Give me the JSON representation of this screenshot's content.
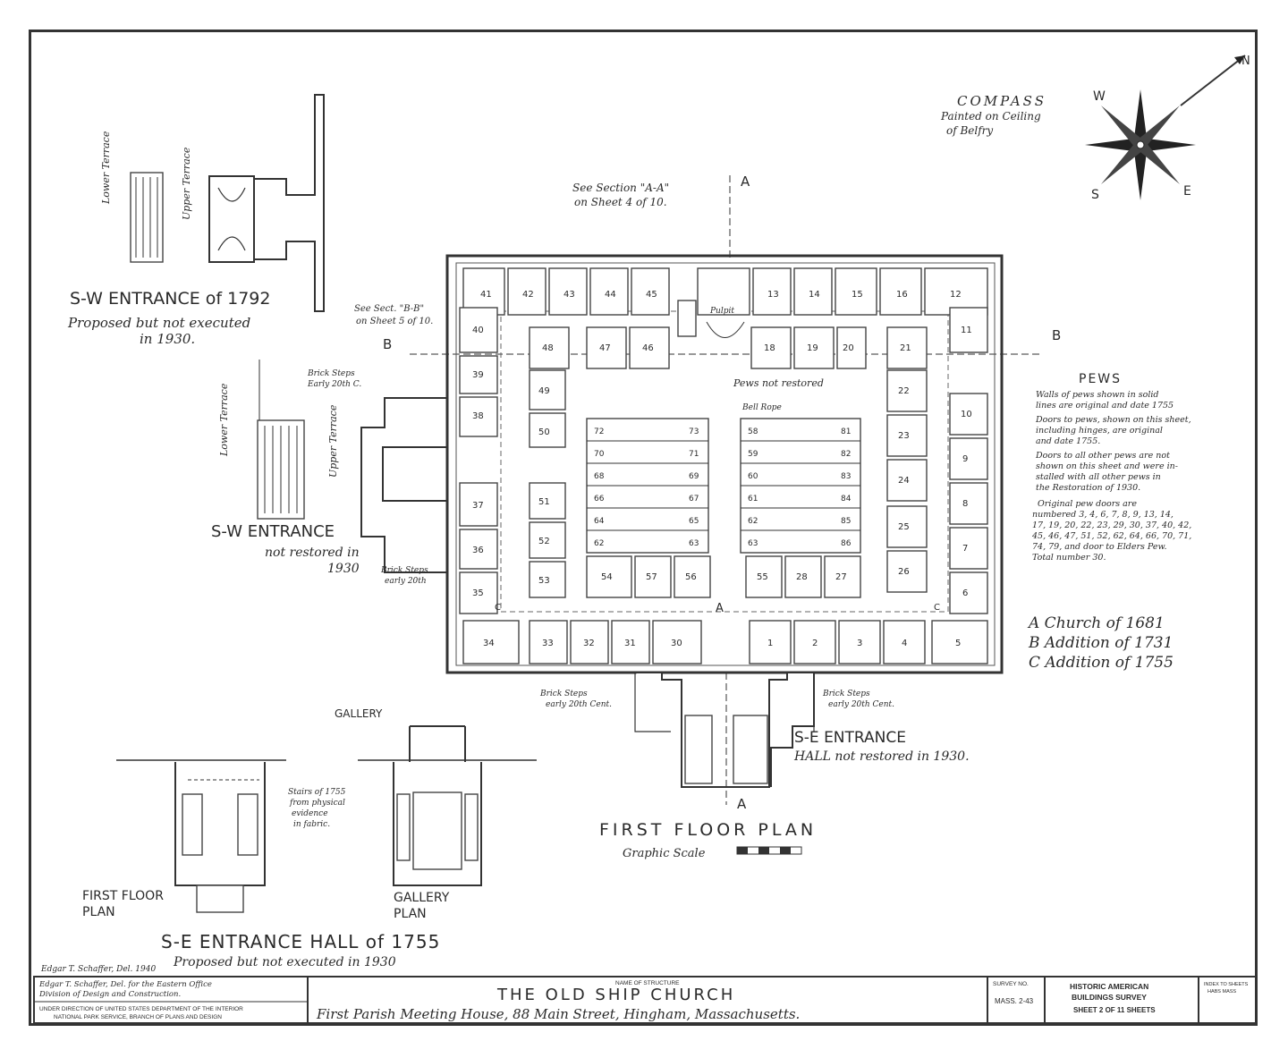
{
  "compass": {
    "title": "COMPASS",
    "sub1": "Painted on Ceiling",
    "sub2": "of Belfry",
    "dirs": [
      "W",
      "S",
      "E",
      "N"
    ]
  },
  "sw_1792": {
    "title": "S-W ENTRANCE of 1792",
    "line2": "Proposed but not executed",
    "line3": "in 1930.",
    "lower": "Lower Terrace",
    "upper": "Upper Terrace"
  },
  "sw_entrance": {
    "title": "S-W ENTRANCE",
    "line2": "not restored in",
    "line3": "1930",
    "lower": "Lower Terrace",
    "upper": "Upper Terrace",
    "brick_top": "Brick Steps",
    "brick_top2": "Early 20th C.",
    "brick_bot": "Brick Steps",
    "brick_bot2": "early 20th"
  },
  "plan": {
    "section_a": "See Section \"A-A\"",
    "section_a2": "on Sheet 4 of 10.",
    "section_b": "See Sect. \"B-B\"",
    "section_b2": "on Sheet 5 of 10.",
    "pews_not_restored": "Pews not restored",
    "bell_rope": "Bell Rope",
    "pulpit": "Pulpit",
    "letters": [
      "A",
      "B",
      "C"
    ],
    "title": "FIRST FLOOR PLAN",
    "scale": "Graphic Scale",
    "top_row": [
      "41",
      "42",
      "43",
      "44",
      "45",
      "",
      "13",
      "14",
      "15",
      "16",
      "12"
    ],
    "bottom_row": [
      "34",
      "33",
      "32",
      "31",
      "30",
      "1",
      "2",
      "3",
      "4",
      "5"
    ],
    "left_col": [
      "40",
      "39",
      "38",
      "37",
      "36",
      "35"
    ],
    "right_col": [
      "11",
      "10",
      "9",
      "8",
      "7",
      "6"
    ],
    "inner_top": [
      "48",
      "47",
      "46",
      "18",
      "19",
      "20",
      "21"
    ],
    "inner_left": [
      "49",
      "50",
      "51",
      "52",
      "53"
    ],
    "inner_right": [
      "22",
      "23",
      "24",
      "25",
      "26"
    ],
    "inner_bottom": [
      "54",
      "57",
      "56",
      "55",
      "28",
      "27"
    ],
    "bench_left": [
      "72",
      "70",
      "68",
      "66",
      "64",
      "62"
    ],
    "bench_left2": [
      "73",
      "71",
      "69",
      "67",
      "65",
      "63"
    ],
    "bench_right": [
      "58",
      "59",
      "60",
      "61",
      "62",
      "63"
    ],
    "bench_right2": [
      "81",
      "82",
      "83",
      "84",
      "85",
      "86"
    ],
    "brick_se_l": "Brick Steps",
    "brick_se_l2": "early 20th Cent.",
    "brick_se_r": "Brick Steps",
    "brick_se_r2": "early 20th Cent."
  },
  "pews_note": {
    "title": "PEWS",
    "lines": [
      "Walls of pews shown in solid",
      "lines are original and date 1755",
      "Doors to pews, shown on this sheet,",
      "including hinges, are original",
      "and date 1755.",
      "Doors to all other pews are not",
      "shown on this sheet and were in-",
      "stalled with all other pews in",
      "the Restoration of 1930.",
      "Original pew doors are",
      "numbered 3, 4, 6, 7, 8, 9, 13, 14,",
      "17, 19, 20, 22, 23, 29, 30, 37, 40, 42,",
      "45, 46, 47, 51, 52, 62, 64, 66, 70, 71,",
      "74, 79, and door to Elders Pew.",
      "Total number 30."
    ]
  },
  "legend": [
    "A  Church of 1681",
    "B  Addition of 1731",
    "C  Addition of 1755"
  ],
  "se_hall": {
    "title": "S-E ENTRANCE",
    "line2": "HALL not restored in 1930."
  },
  "se_1755": {
    "gallery": "GALLERY",
    "first_floor": "FIRST FLOOR",
    "plan": "PLAN",
    "gallery_plan": "GALLERY",
    "gallery_plan2": "PLAN",
    "note1": "Stairs of 1755",
    "note2": "from physical",
    "note3": "evidence",
    "note4": "in fabric.",
    "title": "S-E ENTRANCE HALL of 1755",
    "line2": "Proposed but not executed in 1930"
  },
  "title_block": {
    "credit": "Edgar T. Schaffer, Del. 1940",
    "drawn1": "Edgar T. Schaffer, Del. for the Eastern Office",
    "drawn2": "Division of Design and Construction.",
    "under1": "UNDER DIRECTION OF UNITED STATES DEPARTMENT OF THE INTERIOR",
    "under2": "NATIONAL PARK SERVICE, BRANCH OF PLANS AND DESIGN",
    "name_label": "NAME OF STRUCTURE",
    "name": "THE OLD SHIP CHURCH",
    "address": "First Parish Meeting House, 88 Main Street, Hingham, Massachusetts.",
    "survey_label": "SURVEY NO.",
    "survey_no": "MASS. 2-43",
    "habs1": "HISTORIC AMERICAN",
    "habs2": "BUILDINGS SURVEY",
    "sheet": "SHEET 2 OF 11 SHEETS",
    "index1": "INDEX TO SHEETS",
    "index2": "HABS MASS"
  }
}
